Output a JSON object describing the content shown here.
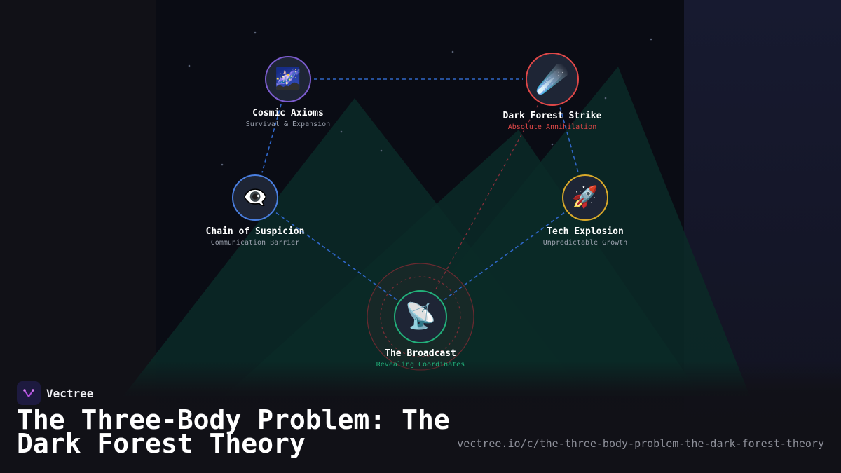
{
  "colors": {
    "edge_blue": "#2f66c7",
    "edge_red": "#8a2f3a",
    "mountain": "#0b2a27",
    "star": "#5a6478"
  },
  "nodes": [
    {
      "id": "cosmic-axioms",
      "icon": "milky-way-icon",
      "emoji": "🌌",
      "title": "Cosmic Axioms",
      "subtitle": "Survival & Expansion",
      "border": "#7c5ccf",
      "subtitle_color": "#9aa0ad"
    },
    {
      "id": "dark-forest-strike",
      "icon": "comet-icon",
      "emoji": "☄️",
      "title": "Dark Forest Strike",
      "subtitle": "Absolute Annihilation",
      "border": "#e04848",
      "subtitle_color": "#e04848"
    },
    {
      "id": "chain-of-suspicion",
      "icon": "eye-in-speech-bubble-icon",
      "emoji": "👁️‍🗨️",
      "title": "Chain of Suspicion",
      "subtitle": "Communication Barrier",
      "border": "#4a7fe0",
      "subtitle_color": "#9aa0ad"
    },
    {
      "id": "tech-explosion",
      "icon": "rocket-icon",
      "emoji": "🚀",
      "title": "Tech Explosion",
      "subtitle": "Unpredictable Growth",
      "border": "#d9a92a",
      "subtitle_color": "#9aa0ad"
    },
    {
      "id": "the-broadcast",
      "icon": "satellite-dish-icon",
      "emoji": "📡",
      "title": "The Broadcast",
      "subtitle": "Revealing Coordinates",
      "border": "#22b07a",
      "subtitle_color": "#22b07a"
    }
  ],
  "edges": [
    {
      "from": "cosmic-axioms",
      "to": "dark-forest-strike",
      "style": "blue"
    },
    {
      "from": "cosmic-axioms",
      "to": "chain-of-suspicion",
      "style": "blue"
    },
    {
      "from": "dark-forest-strike",
      "to": "tech-explosion",
      "style": "blue"
    },
    {
      "from": "chain-of-suspicion",
      "to": "the-broadcast",
      "style": "blue"
    },
    {
      "from": "tech-explosion",
      "to": "the-broadcast",
      "style": "blue"
    },
    {
      "from": "dark-forest-strike",
      "to": "the-broadcast",
      "style": "red"
    }
  ],
  "brand": {
    "name": "Vectree",
    "logo_icon": "vectree-logo-icon"
  },
  "footer": {
    "title": "The Three-Body Problem: The Dark Forest Theory",
    "url": "vectree.io/c/the-three-body-problem-the-dark-forest-theory"
  }
}
